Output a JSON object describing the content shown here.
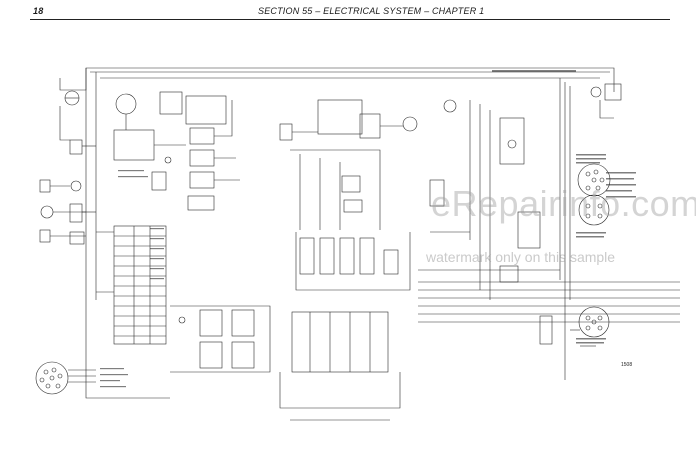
{
  "header": {
    "page_number": "18",
    "section_title": "SECTION 55 – ELECTRICAL SYSTEM – CHAPTER 1"
  },
  "watermark": {
    "brand": "eRepairinfo.com",
    "note": "watermark only on this sample"
  },
  "figure_code": "1508",
  "colors": {
    "ink": "#1a1a1a",
    "watermark": "#a0a0a0"
  }
}
